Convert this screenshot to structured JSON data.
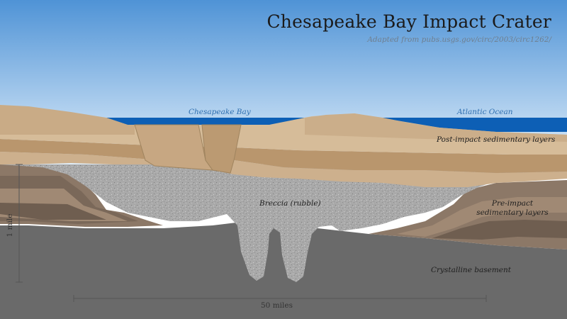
{
  "title": "Chesapeake Bay Impact Crater",
  "subtitle": "Adapted from pubs.usgs.gov/circ/2003/circ1262/",
  "labels": {
    "chesapeake_bay": "Chesapeake Bay",
    "atlantic_ocean": "Atlantic Ocean",
    "post_impact": "Post-impact sedimentary layers",
    "breccia": "Breccia (rubble)",
    "pre_impact_line1": "Pre-impact",
    "pre_impact_line2": "sedimentary layers",
    "basement": "Crystalline basement"
  },
  "scale": {
    "horizontal": "50 miles",
    "vertical": "1 mile"
  },
  "colors": {
    "sky_top": "#4f93d6",
    "sky_bottom": "#e3f0fb",
    "water": "#0d5fb5",
    "post_impact_sand": "#cdb08d",
    "post_impact_band": "#b9966d",
    "pre_impact_light": "#a08974",
    "pre_impact_dark": "#6f5e50",
    "breccia": "#a8a8a8",
    "basement": "#6a6a6a"
  }
}
